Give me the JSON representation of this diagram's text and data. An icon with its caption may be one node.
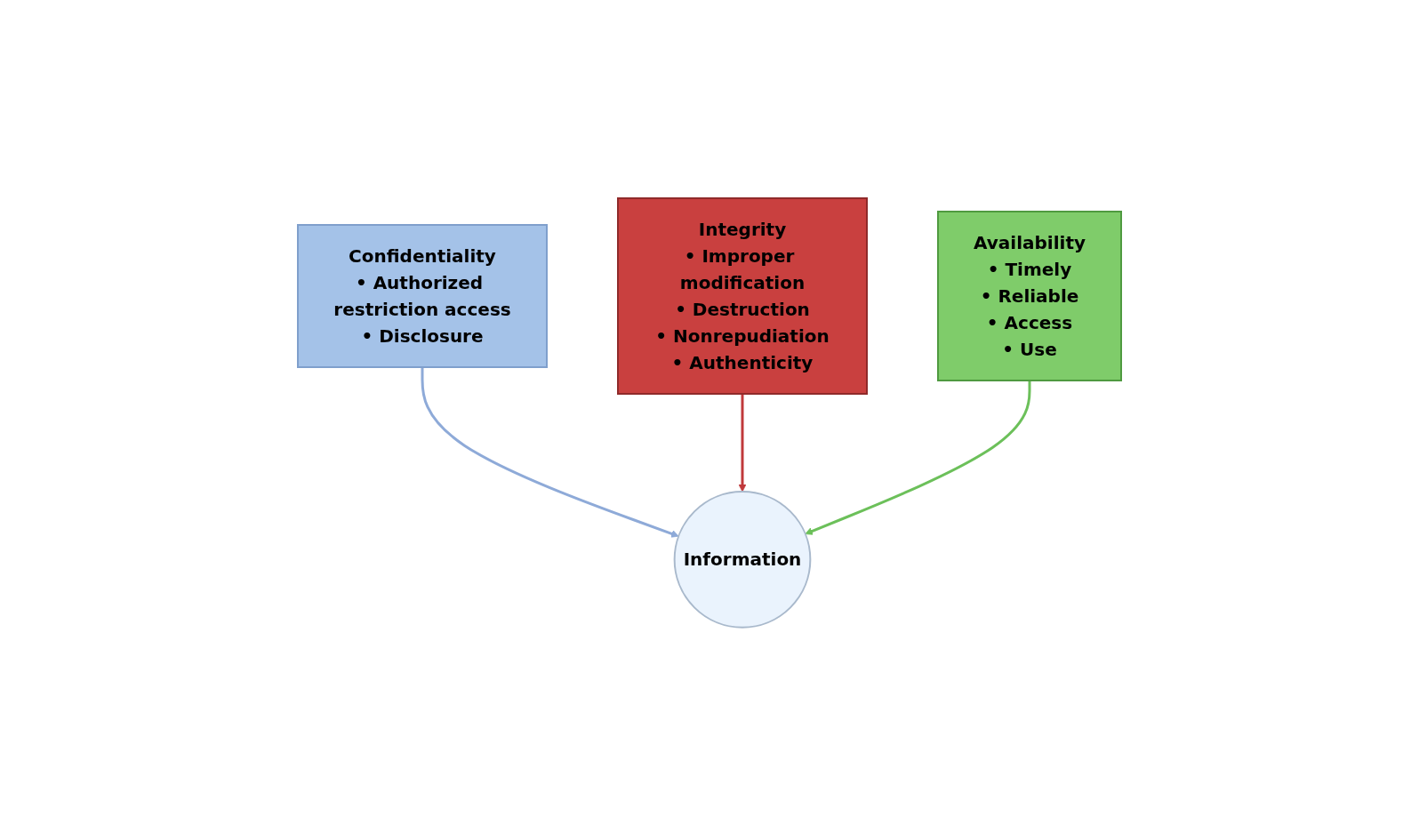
{
  "diagram": {
    "nodes": [
      {
        "text": [
          "Confidentiality",
          "• Authorized restriction access",
          "• Disclosure"
        ]
      },
      {
        "text": [
          "Information"
        ]
      },
      {
        "text": [
          "Integrity",
          "• Improper modification",
          "• Destruction",
          "• Nonrepudiation",
          "• Authenticity"
        ]
      },
      {
        "text": [
          "Availability",
          "• Timely",
          "• Reliable",
          "• Access",
          "• Use"
        ]
      }
    ],
    "edges": [
      {
        "from": 0,
        "to": 1,
        "arrow": "to",
        "color": "#8eaad8"
      },
      {
        "from": 2,
        "to": 1,
        "arrow": "to",
        "color": "#c0393b"
      },
      {
        "from": 3,
        "to": 1,
        "arrow": "to",
        "color": "#6cc05a"
      }
    ]
  }
}
